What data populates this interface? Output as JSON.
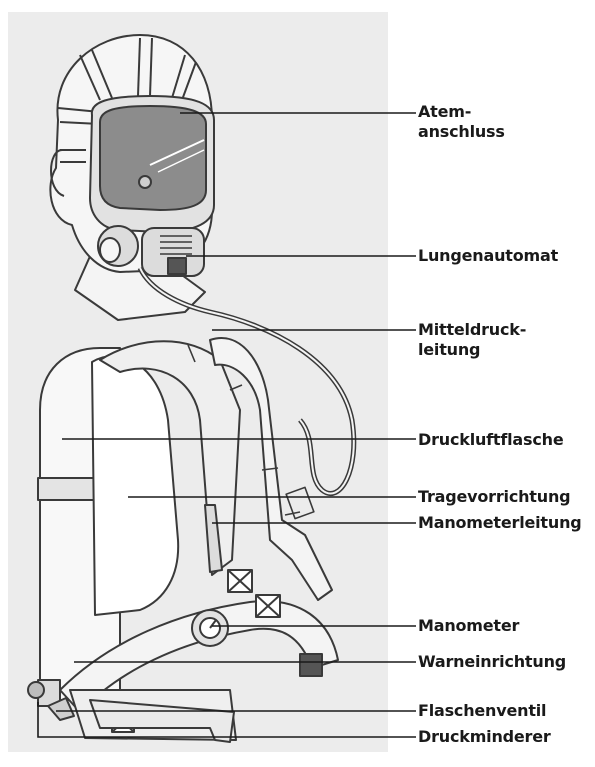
{
  "diagram": {
    "colors": {
      "panel": "#ececec",
      "stroke": "#3a3a3a",
      "visor": "#8c8c8c",
      "lines": "#1a1a1a"
    },
    "labels": {
      "atemanschluss": "Atem-\nanschluss",
      "lungenautomat": "Lungenautomat",
      "mitteldruckleitung": "Mitteldruck-\nleitung",
      "druckluftflasche": "Druckluftflasche",
      "tragevorrichtung": "Tragevorrichtung",
      "manometerleitung": "Manometerleitung",
      "manometer": "Manometer",
      "warneinrichtung": "Warneinrichtung",
      "flaschenventil": "Flaschenventil",
      "druckminderer": "Druckminderer"
    }
  }
}
